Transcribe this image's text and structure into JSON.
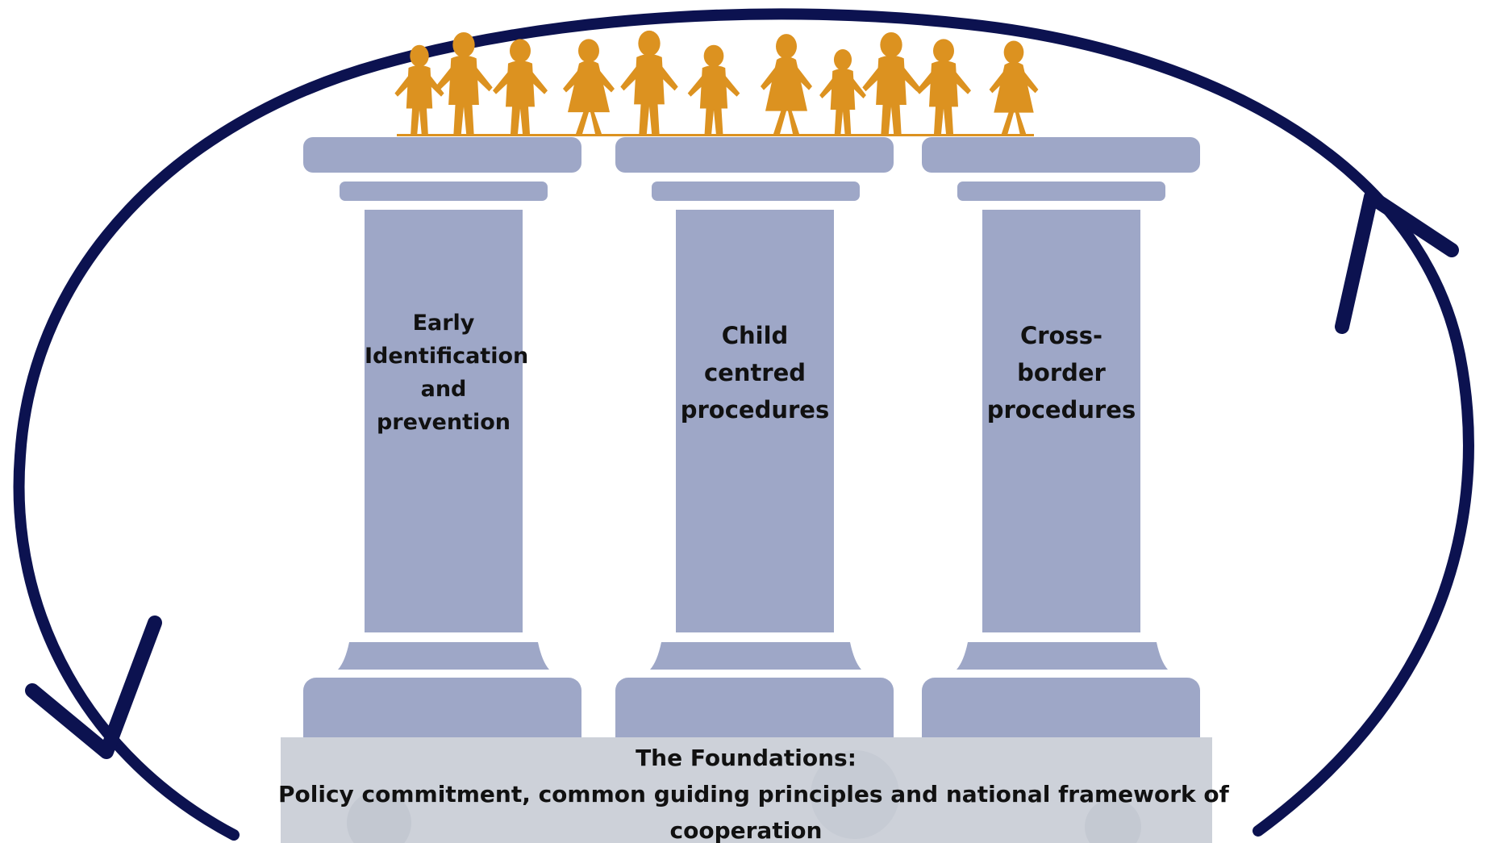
{
  "colors": {
    "cycle": "#0c1250",
    "pillar": "#9ea7c7",
    "children": "#dc9220",
    "foundation": "#cdd1d9",
    "text": "#111111"
  },
  "children_icon": "children-holding-hands-silhouette",
  "pillars": [
    {
      "label": "Early\nIdentification\nand\nprevention"
    },
    {
      "label": "Child\ncentred\nprocedures"
    },
    {
      "label": "Cross-\nborder\nprocedures"
    }
  ],
  "foundation": {
    "title": "The Foundations:",
    "line1": "Policy commitment, common guiding principles and national framework of",
    "line2": "cooperation"
  }
}
